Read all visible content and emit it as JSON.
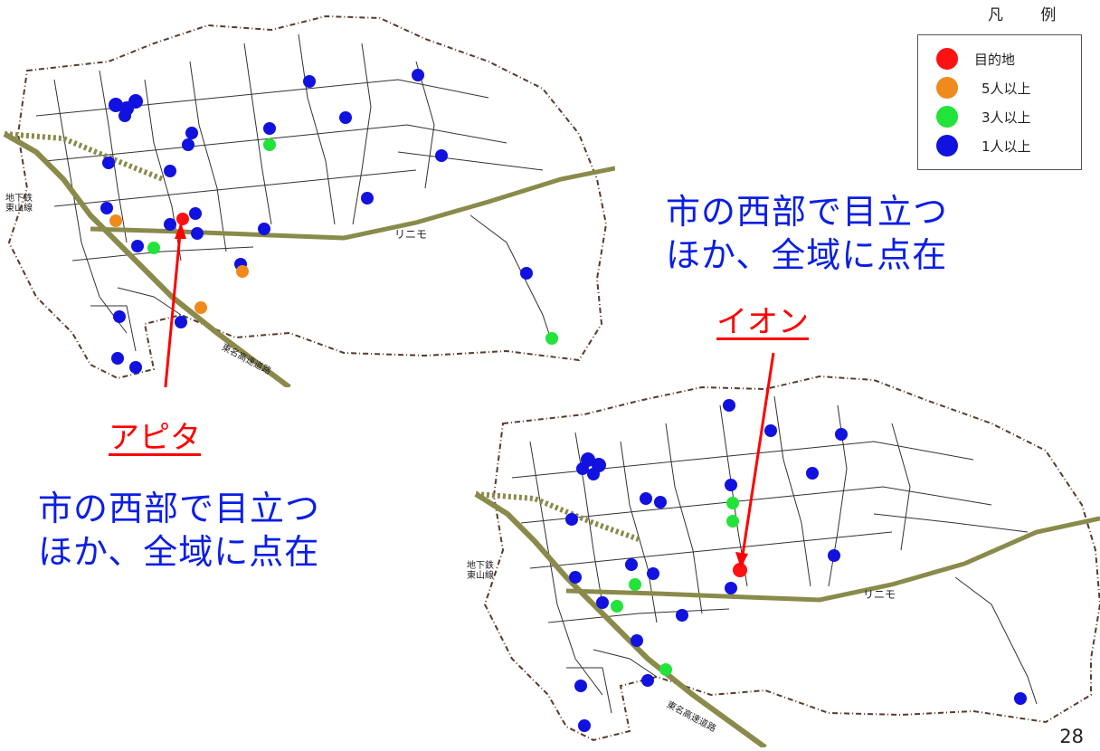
{
  "legend": {
    "title": "凡 例",
    "items": [
      {
        "label": "目的地",
        "color": "#ff1111"
      },
      {
        "label": "5人以上",
        "color": "#f08a1c"
      },
      {
        "label": "3人以上",
        "color": "#22e33a"
      },
      {
        "label": "1人以上",
        "color": "#1111e0"
      }
    ]
  },
  "map_top": {
    "destination_label": "アピタ",
    "caption_line1": "市の西部で目立つ",
    "caption_line2": "ほか、全域に点在",
    "road_labels": {
      "subway": "地下鉄\n東山線",
      "linimo": "リニモ",
      "expressway": "東名高速道路"
    }
  },
  "map_bottom": {
    "destination_label": "イオン",
    "caption_line1": "市の西部で目立つ",
    "caption_line2": "ほか、全域に点在",
    "road_labels": {
      "subway": "地下鉄\n東山線",
      "linimo": "リニモ",
      "expressway": "東名高速道路"
    }
  },
  "page_number": "28",
  "colors": {
    "destination": "#ff1111",
    "five_plus": "#f08a1c",
    "three_plus": "#22e33a",
    "one_plus": "#1111e0",
    "caption": "#0a1ee6",
    "highlight": "#ff0000",
    "rail": "#8a8a4a"
  }
}
